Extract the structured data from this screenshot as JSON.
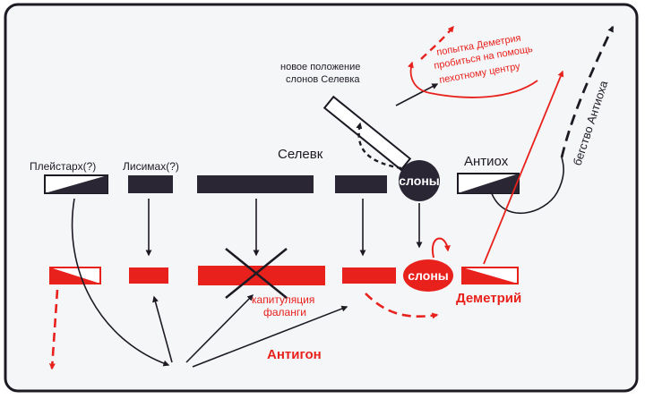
{
  "colors": {
    "frame_bg": "#f5f6f8",
    "black_unit": "#2a2633",
    "red_unit": "#e8211c",
    "arrow_black": "#1e1a24",
    "arrow_red": "#e8211c",
    "text_black": "#1e1a24",
    "text_red": "#e8211c"
  },
  "labels": {
    "pleistarch": "Плейстарх(?)",
    "lysimachus": "Лисимах(?)",
    "seleucus": "Селевк",
    "antiochus": "Антиох",
    "elephants_seleucus": "слоны",
    "elephants_antigonus": "слоны",
    "new_position_line1": "новое положение",
    "new_position_line2": "слонов Селевка",
    "demetrius_attempt_line1": "попытка Деметрия",
    "demetrius_attempt_line2": "пробиться на помощь",
    "demetrius_attempt_line3": "пехотному центру",
    "antiochus_flight": "бегство Антиоха",
    "phalanx_line1": "капитуляция",
    "phalanx_line2": "фаланги",
    "demetrius": "Деметрий",
    "antigonus": "Антигон"
  },
  "icons": {
    "phalanx_cross": "cross-mark-icon"
  }
}
